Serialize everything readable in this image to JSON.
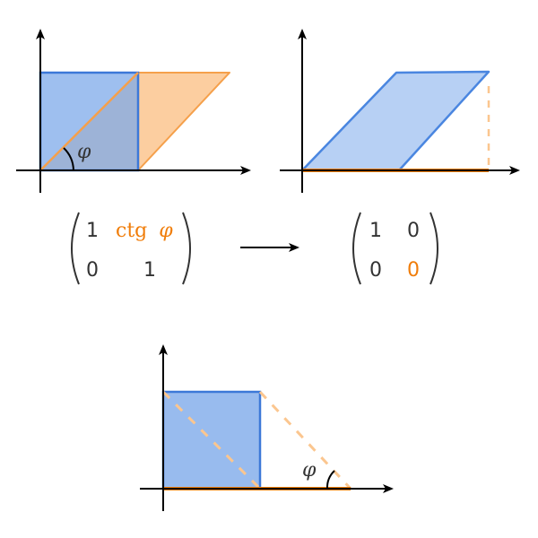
{
  "labels": {
    "angle_symbol": "φ",
    "ctg_text": "ctg",
    "ctg_phi": "φ"
  },
  "matrix_left": {
    "a11": "1",
    "a21": "0",
    "a22": "1"
  },
  "matrix_right": {
    "a11": "1",
    "a12": "0",
    "a21": "0",
    "a22": "0"
  },
  "colors": {
    "blue_fill": "#7eaaea",
    "blue_stroke": "#3c78d8",
    "orange_fill": "#fbc68f",
    "orange_stroke": "#f07d0a",
    "axis": "#000000",
    "text": "#333333"
  }
}
